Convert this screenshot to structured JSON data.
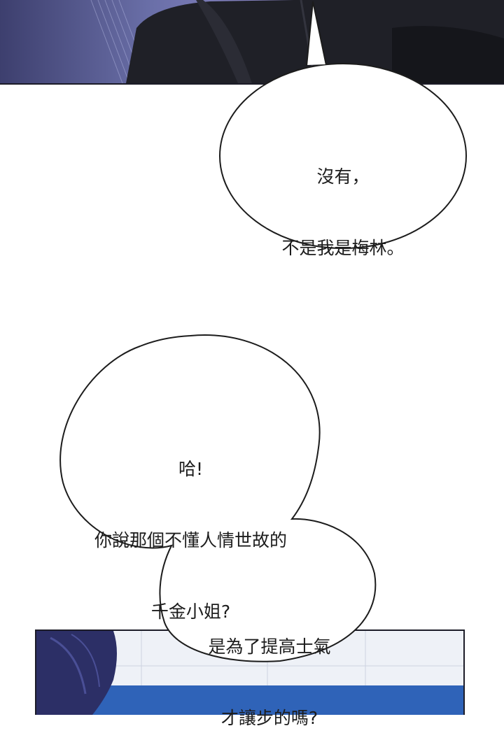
{
  "bubbles": {
    "bubble1": {
      "lines": [
        "沒有，",
        "不是我是梅林。"
      ]
    },
    "bubble2": {
      "lines": [
        "哈!",
        "你說那個不懂人情世故的",
        "千金小姐?"
      ]
    },
    "bubble3": {
      "lines": [
        "是為了提高士氣",
        "才讓步的嗎?"
      ]
    }
  },
  "colors": {
    "top_panel": "#4b4f86",
    "outline": "#1c1c28",
    "bubble_fill": "#ffffff",
    "text": "#1c1c1c"
  }
}
